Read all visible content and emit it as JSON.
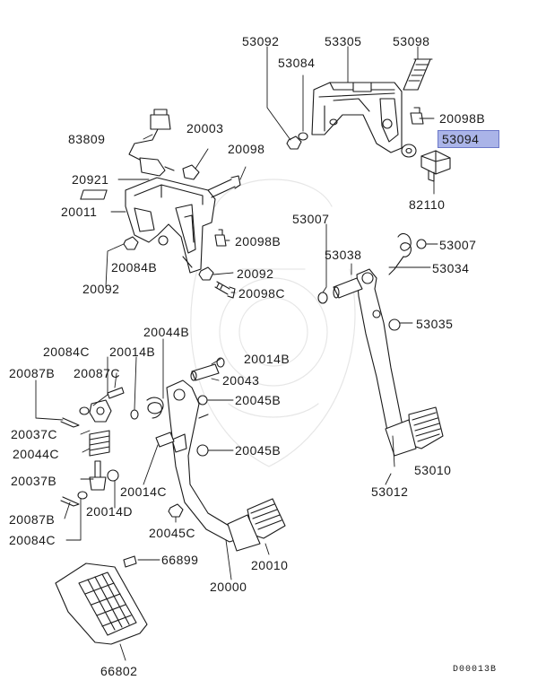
{
  "diagram_code": "D00013B",
  "highlight_color": "#aab4e8",
  "highlighted_part": "53094",
  "parts": [
    {
      "id": "p53092",
      "number": "53092"
    },
    {
      "id": "p53305",
      "number": "53305"
    },
    {
      "id": "p53098",
      "number": "53098"
    },
    {
      "id": "p53084",
      "number": "53084"
    },
    {
      "id": "p20098B_a",
      "number": "20098B"
    },
    {
      "id": "p53094",
      "number": "53094"
    },
    {
      "id": "p83809",
      "number": "83809"
    },
    {
      "id": "p20003",
      "number": "20003"
    },
    {
      "id": "p20098",
      "number": "20098"
    },
    {
      "id": "p20921",
      "number": "20921"
    },
    {
      "id": "p82110",
      "number": "82110"
    },
    {
      "id": "p20011",
      "number": "20011"
    },
    {
      "id": "p53007_a",
      "number": "53007"
    },
    {
      "id": "p20098B_b",
      "number": "20098B"
    },
    {
      "id": "p53007_b",
      "number": "53007"
    },
    {
      "id": "p53038",
      "number": "53038"
    },
    {
      "id": "p53034",
      "number": "53034"
    },
    {
      "id": "p20084B",
      "number": "20084B"
    },
    {
      "id": "p20092_a",
      "number": "20092"
    },
    {
      "id": "p20092_b",
      "number": "20092"
    },
    {
      "id": "p20098C",
      "number": "20098C"
    },
    {
      "id": "p53035",
      "number": "53035"
    },
    {
      "id": "p20044B",
      "number": "20044B"
    },
    {
      "id": "p20084C_a",
      "number": "20084C"
    },
    {
      "id": "p20014B_a",
      "number": "20014B"
    },
    {
      "id": "p20014B_b",
      "number": "20014B"
    },
    {
      "id": "p20087B_a",
      "number": "20087B"
    },
    {
      "id": "p20087C",
      "number": "20087C"
    },
    {
      "id": "p20043",
      "number": "20043"
    },
    {
      "id": "p20045B_a",
      "number": "20045B"
    },
    {
      "id": "p20037C",
      "number": "20037C"
    },
    {
      "id": "p20044C",
      "number": "20044C"
    },
    {
      "id": "p20045B_b",
      "number": "20045B"
    },
    {
      "id": "p53010",
      "number": "53010"
    },
    {
      "id": "p20037B",
      "number": "20037B"
    },
    {
      "id": "p20014C",
      "number": "20014C"
    },
    {
      "id": "p53012",
      "number": "53012"
    },
    {
      "id": "p20014D",
      "number": "20014D"
    },
    {
      "id": "p20087B_b",
      "number": "20087B"
    },
    {
      "id": "p20045C",
      "number": "20045C"
    },
    {
      "id": "p20084C_b",
      "number": "20084C"
    },
    {
      "id": "p66899",
      "number": "66899"
    },
    {
      "id": "p20010",
      "number": "20010"
    },
    {
      "id": "p20000",
      "number": "20000"
    },
    {
      "id": "p66802",
      "number": "66802"
    }
  ]
}
